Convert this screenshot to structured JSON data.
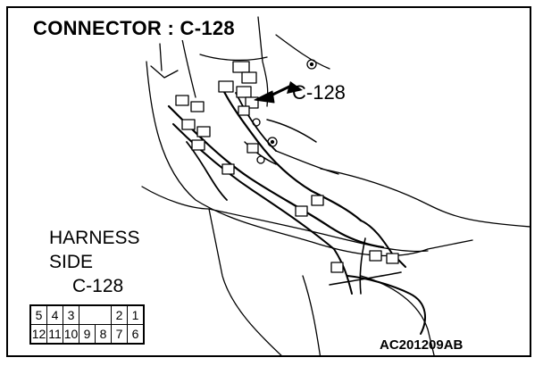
{
  "title": "CONNECTOR : C-128",
  "callout_label": "C-128",
  "harness_label": {
    "line1": "HARNESS",
    "line2": "SIDE",
    "line3": "C-128"
  },
  "connector_pins": {
    "top_row": [
      "5",
      "4",
      "3",
      "",
      "",
      "2",
      "1"
    ],
    "bottom_row": [
      "12",
      "11",
      "10",
      "9",
      "8",
      "7",
      "6"
    ]
  },
  "figure_id": "AC201209AB"
}
